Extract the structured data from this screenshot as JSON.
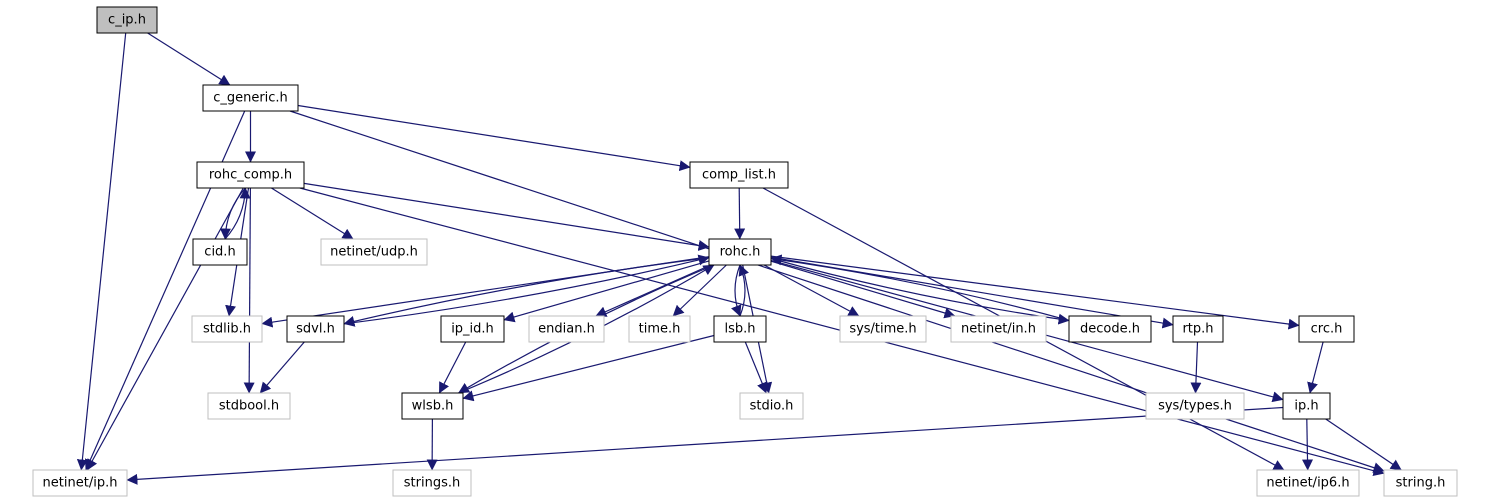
{
  "colors": {
    "edge": "#191970",
    "root_fill": "#bfbfbf",
    "local_border": "#000000",
    "system_border": "#bfbfbf",
    "background": "#ffffff"
  },
  "nodes": {
    "c_ip": {
      "label": "c_ip.h",
      "kind": "root"
    },
    "c_generic": {
      "label": "c_generic.h",
      "kind": "local"
    },
    "rohc_comp": {
      "label": "rohc_comp.h",
      "kind": "local"
    },
    "comp_list": {
      "label": "comp_list.h",
      "kind": "local"
    },
    "cid": {
      "label": "cid.h",
      "kind": "local"
    },
    "netinet_udp": {
      "label": "netinet/udp.h",
      "kind": "system"
    },
    "rohc": {
      "label": "rohc.h",
      "kind": "local"
    },
    "stdlib": {
      "label": "stdlib.h",
      "kind": "system"
    },
    "sdvl": {
      "label": "sdvl.h",
      "kind": "local"
    },
    "ip_id": {
      "label": "ip_id.h",
      "kind": "local"
    },
    "endian": {
      "label": "endian.h",
      "kind": "system"
    },
    "time": {
      "label": "time.h",
      "kind": "system"
    },
    "lsb": {
      "label": "lsb.h",
      "kind": "local"
    },
    "sys_time": {
      "label": "sys/time.h",
      "kind": "system"
    },
    "netinet_in": {
      "label": "netinet/in.h",
      "kind": "system"
    },
    "decode": {
      "label": "decode.h",
      "kind": "local"
    },
    "rtp": {
      "label": "rtp.h",
      "kind": "local"
    },
    "crc": {
      "label": "crc.h",
      "kind": "local"
    },
    "stdbool": {
      "label": "stdbool.h",
      "kind": "system"
    },
    "wlsb": {
      "label": "wlsb.h",
      "kind": "local"
    },
    "stdio": {
      "label": "stdio.h",
      "kind": "system"
    },
    "sys_types": {
      "label": "sys/types.h",
      "kind": "system"
    },
    "ip": {
      "label": "ip.h",
      "kind": "local"
    },
    "netinet_ip": {
      "label": "netinet/ip.h",
      "kind": "system"
    },
    "strings": {
      "label": "strings.h",
      "kind": "system"
    },
    "netinet_ip6": {
      "label": "netinet/ip6.h",
      "kind": "system"
    },
    "string": {
      "label": "string.h",
      "kind": "system"
    }
  },
  "edges": [
    [
      "c_ip",
      "c_generic"
    ],
    [
      "c_ip",
      "netinet_ip"
    ],
    [
      "c_generic",
      "netinet_ip"
    ],
    [
      "c_generic",
      "rohc_comp"
    ],
    [
      "c_generic",
      "comp_list"
    ],
    [
      "c_generic",
      "string"
    ],
    [
      "rohc_comp",
      "netinet_ip"
    ],
    [
      "rohc_comp",
      "cid"
    ],
    [
      "rohc_comp",
      "netinet_udp"
    ],
    [
      "rohc_comp",
      "rohc"
    ],
    [
      "rohc_comp",
      "stdlib"
    ],
    [
      "rohc_comp",
      "stdbool"
    ],
    [
      "rohc_comp",
      "string"
    ],
    [
      "cid",
      "rohc_comp"
    ],
    [
      "comp_list",
      "rohc"
    ],
    [
      "comp_list",
      "netinet_ip6"
    ],
    [
      "rohc",
      "stdlib"
    ],
    [
      "rohc",
      "sdvl"
    ],
    [
      "rohc",
      "ip_id"
    ],
    [
      "rohc",
      "endian"
    ],
    [
      "rohc",
      "time"
    ],
    [
      "rohc",
      "lsb"
    ],
    [
      "rohc",
      "sys_time"
    ],
    [
      "rohc",
      "netinet_in"
    ],
    [
      "rohc",
      "decode"
    ],
    [
      "rohc",
      "rtp"
    ],
    [
      "rohc",
      "crc"
    ],
    [
      "rohc",
      "wlsb"
    ],
    [
      "rohc",
      "stdio"
    ],
    [
      "rohc",
      "ip"
    ],
    [
      "sdvl",
      "rohc"
    ],
    [
      "sdvl",
      "stdbool"
    ],
    [
      "ip_id",
      "wlsb"
    ],
    [
      "lsb",
      "rohc"
    ],
    [
      "lsb",
      "wlsb"
    ],
    [
      "lsb",
      "stdio"
    ],
    [
      "wlsb",
      "rohc"
    ],
    [
      "wlsb",
      "strings"
    ],
    [
      "decode",
      "rohc"
    ],
    [
      "rtp",
      "sys_types"
    ],
    [
      "crc",
      "ip"
    ],
    [
      "ip",
      "netinet_ip"
    ],
    [
      "ip",
      "netinet_ip6"
    ],
    [
      "ip",
      "string"
    ]
  ]
}
